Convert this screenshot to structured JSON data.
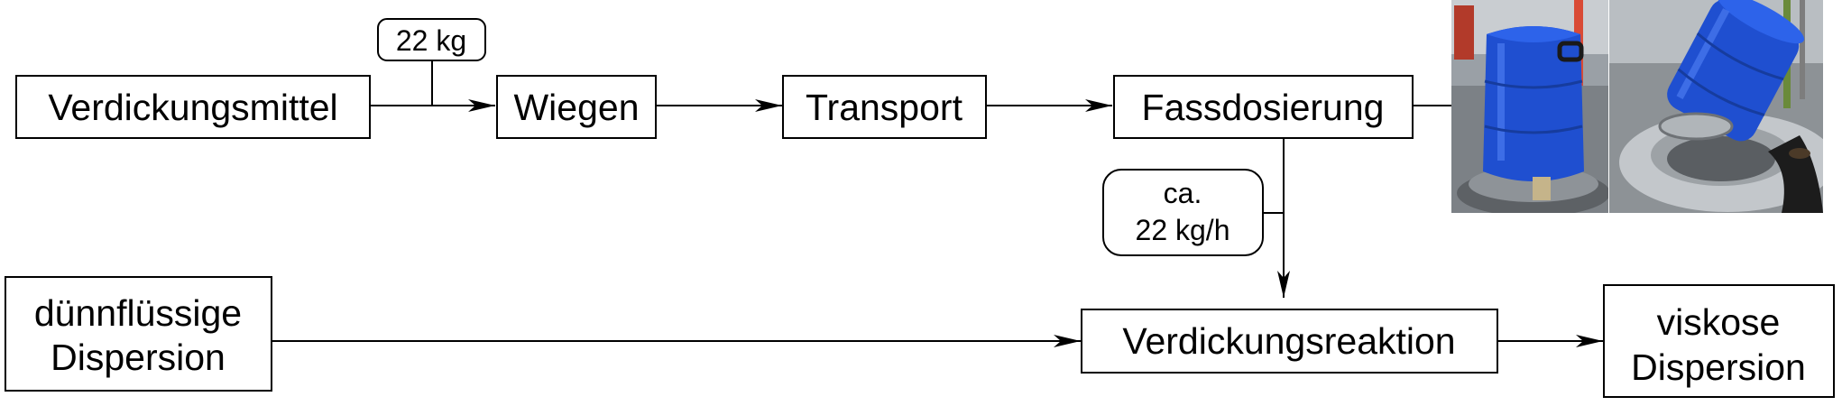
{
  "nodes": {
    "verdickungsmittel": "Verdickungsmittel",
    "wiegen": "Wiegen",
    "transport": "Transport",
    "fassdosierung": "Fassdosierung",
    "duennfluessig_line1": "dünnflüssige",
    "duennfluessig_line2": "Dispersion",
    "verdickungsreaktion": "Verdickungsreaktion",
    "viskose_line1": "viskose",
    "viskose_line2": "Dispersion"
  },
  "notes": {
    "mass": "22 kg",
    "rate_line1": "ca.",
    "rate_line2": "22 kg/h"
  },
  "photo": {
    "subject": "blue drum being emptied into a vessel",
    "colors": {
      "drum": "#1f4fd0",
      "metal": "#a9adb2",
      "floor": "#6b6f73"
    }
  }
}
